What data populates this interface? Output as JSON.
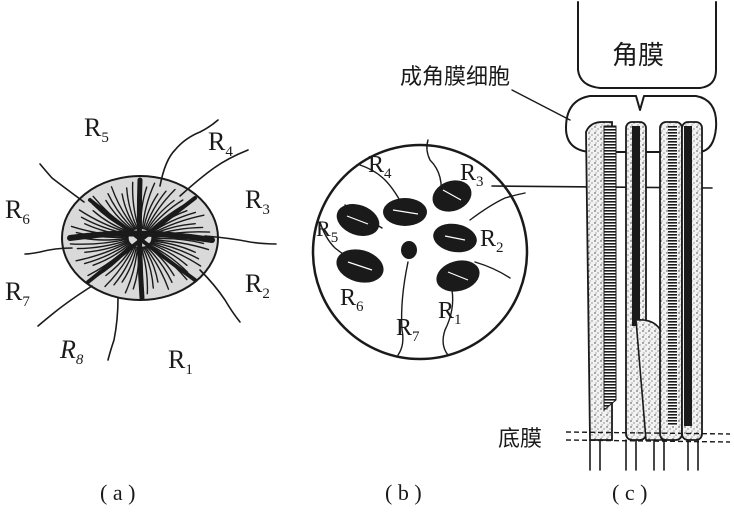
{
  "panel_a": {
    "caption": "( a )",
    "labels": [
      "R5",
      "R4",
      "R3",
      "R6",
      "R2",
      "R7",
      "R8",
      "R1"
    ]
  },
  "panel_b": {
    "caption": "( b )",
    "labels": [
      "R4",
      "R3",
      "R5",
      "R2",
      "R6",
      "R7",
      "R1"
    ]
  },
  "panel_c": {
    "caption": "( c )",
    "cornea_label": "角膜",
    "corneagenous_label": "成角膜细胞",
    "basement_label": "底膜"
  }
}
